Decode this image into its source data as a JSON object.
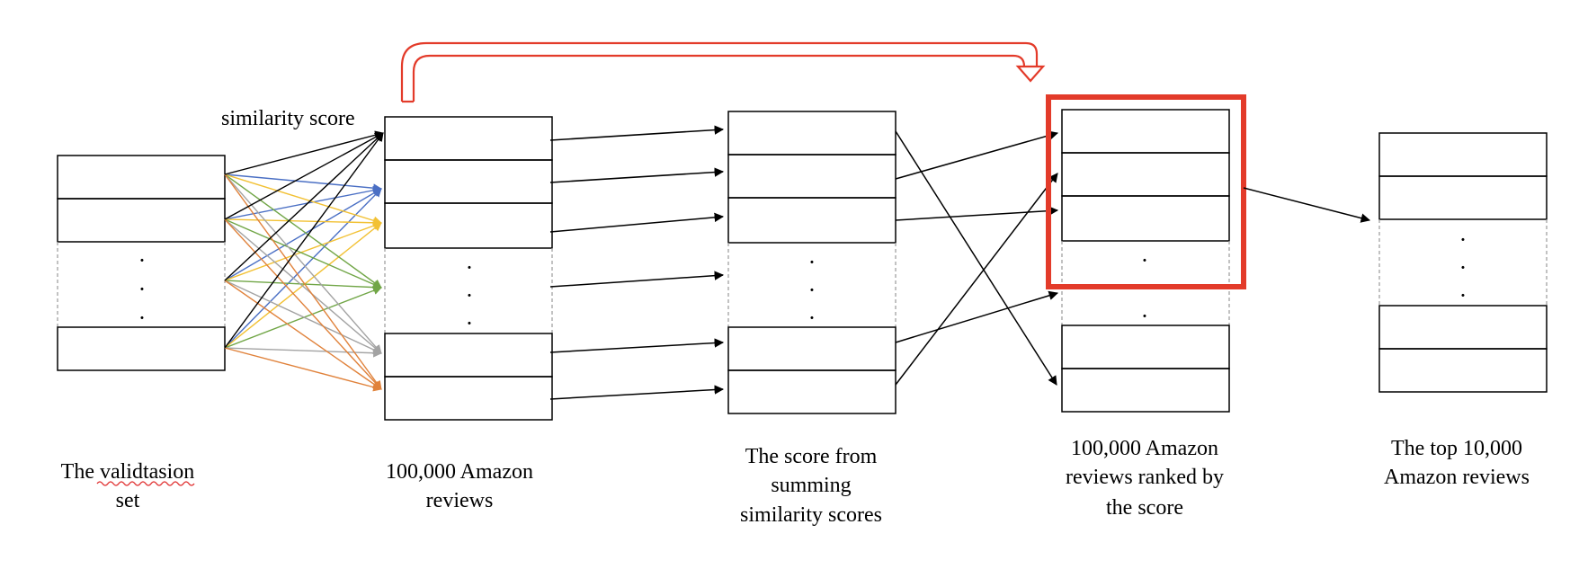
{
  "labels": {
    "edge_label": "similarity score",
    "validation_caption": [
      "The validtasion",
      "set"
    ],
    "reviews_caption": [
      "100,000 Amazon",
      "reviews"
    ],
    "score_caption": [
      "The score from",
      "summing",
      "similarity scores"
    ],
    "ranked_caption": [
      "100,000 Amazon",
      "reviews ranked by",
      "the score"
    ],
    "top_caption": [
      "The top 10,000",
      "Amazon reviews"
    ],
    "ellipsis": "·"
  },
  "colors": {
    "box_stroke": "#000000",
    "dashed_separator": "#9a9a9a",
    "highlight": "#e33b2a",
    "edge_black": "#000000",
    "edge_blue": "#4a6fc4",
    "edge_yellow": "#f2c134",
    "edge_green": "#71a647",
    "edge_gray": "#a3a3a3",
    "edge_orange": "#e0823b",
    "spellcheck_underline": "#e03030"
  }
}
